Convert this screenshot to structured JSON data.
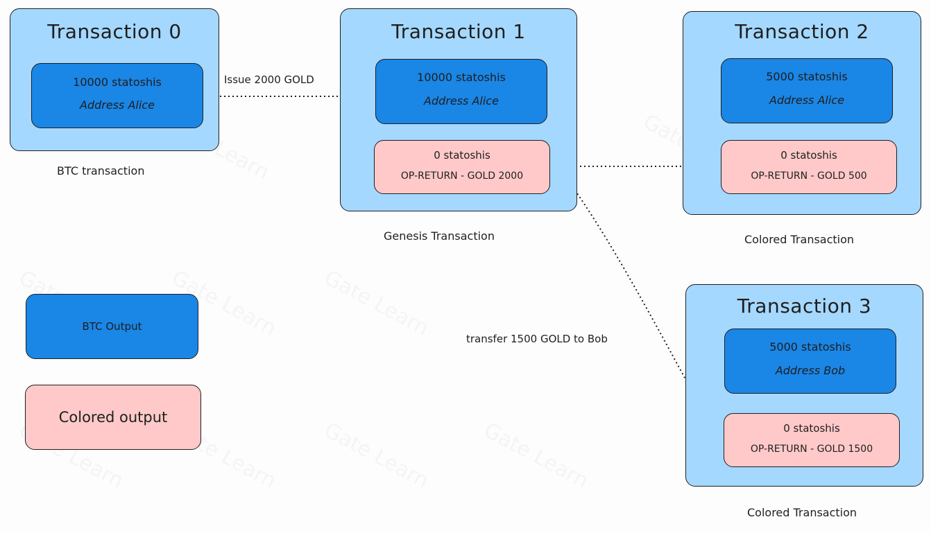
{
  "transactions": [
    {
      "title": "Transaction 0",
      "caption": "BTC transaction",
      "btc_output": {
        "amount": "10000 statoshis",
        "address": "Address Alice"
      }
    },
    {
      "title": "Transaction 1",
      "caption": "Genesis Transaction",
      "btc_output": {
        "amount": "10000 statoshis",
        "address": "Address Alice"
      },
      "colored_output": {
        "amount": "0 statoshis",
        "marker": "OP-RETURN - GOLD 2000"
      }
    },
    {
      "title": "Transaction 2",
      "caption": "Colored Transaction",
      "btc_output": {
        "amount": "5000 statoshis",
        "address": "Address Alice"
      },
      "colored_output": {
        "amount": "0 statoshis",
        "marker": "OP-RETURN - GOLD 500"
      }
    },
    {
      "title": "Transaction 3",
      "caption": "Colored Transaction",
      "btc_output": {
        "amount": "5000 statoshis",
        "address": "Address Bob"
      },
      "colored_output": {
        "amount": "0 statoshis",
        "marker": "OP-RETURN - GOLD 1500"
      }
    }
  ],
  "edges": {
    "issue": "Issue 2000 GOLD",
    "transfer_bob": "transfer 1500 GOLD to Bob"
  },
  "legend": {
    "btc_output": "BTC Output",
    "colored_output": "Colored output"
  },
  "watermark": "Gate Learn",
  "colors": {
    "transaction_fill": "#a5d8ff",
    "btc_output_fill": "#1a86e6",
    "colored_output_fill": "#ffc9c9",
    "stroke": "#1e1e1e"
  }
}
